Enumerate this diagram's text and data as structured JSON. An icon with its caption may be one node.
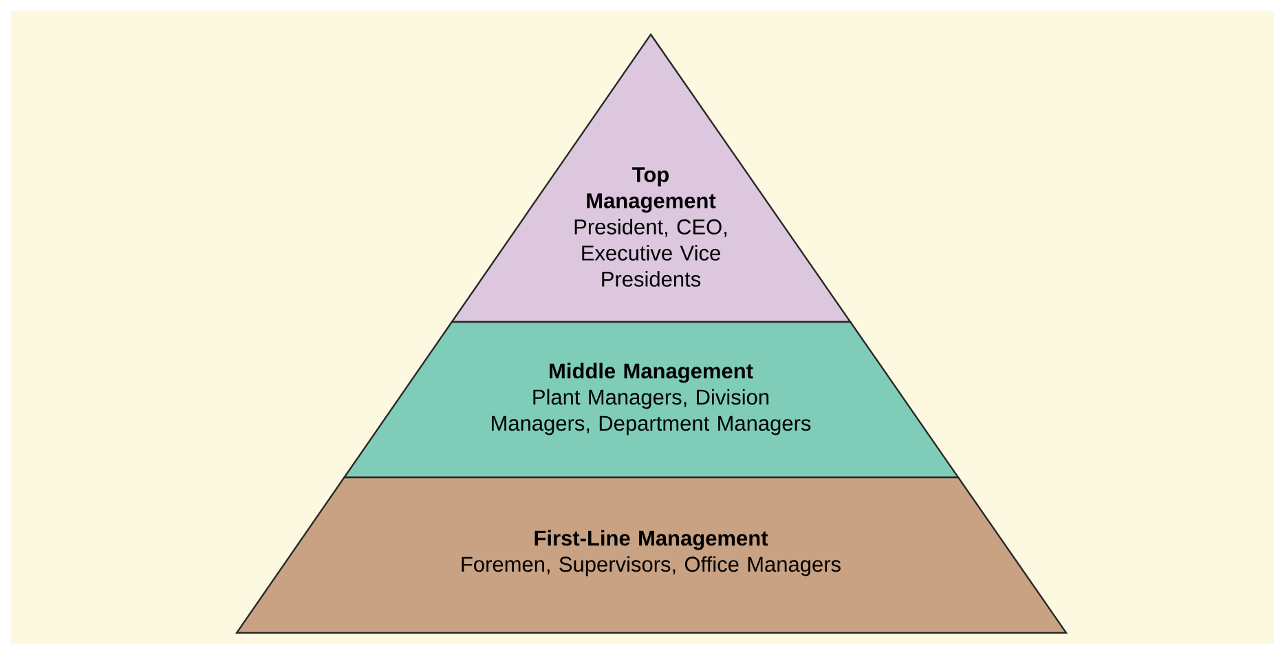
{
  "diagram": {
    "nodes": [
      {
        "text": [
          "Top Management",
          "President, CEO, Executive Vice Presidents"
        ]
      },
      {
        "text": [
          "Middle Management",
          "Plant Managers, Division Managers, Department Managers"
        ]
      },
      {
        "text": [
          "First-Line Management",
          "Foremen, Supervisors, Office Managers"
        ]
      }
    ]
  }
}
